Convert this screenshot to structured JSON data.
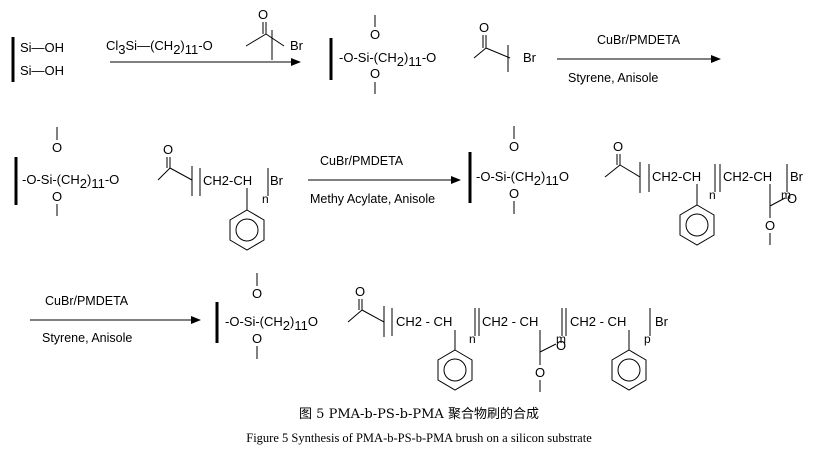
{
  "step1": {
    "silanol_1": "Si—OH",
    "silanol_2": "Si—OH",
    "reagent_prefix": "Cl",
    "reagent_sub3": "3",
    "reagent_mid": "Si—(CH",
    "reagent_sub2": "2",
    "reagent_close": ")",
    "reagent_sub11": "11",
    "reagent_tail": "-O",
    "carbonyl_o": "O",
    "bromine": "Br"
  },
  "silane_unit": {
    "oxygen_top": "O",
    "oxygen_bottom": "O",
    "linker_prefix": "-O-Si-(CH",
    "linker_sub2": "2",
    "linker_close": ")",
    "linker_sub11": "11",
    "linker_tail": "-O",
    "linker_tail_compact": "O",
    "carbonyl_o": "O",
    "bromine": "Br"
  },
  "polymer": {
    "ch2_ch": "CH2-CH",
    "ch2_dash_ch": "CH2 - CH",
    "subscript_n": "n",
    "subscript_m": "m",
    "subscript_p": "p",
    "bromine": "Br",
    "carbonyl_o": "O"
  },
  "conditions": {
    "catalyst": "CuBr/PMDETA",
    "styrene_solvent": "Styrene, Anisole",
    "acrylate_solvent": "Methy Acylate, Anisole"
  },
  "caption": {
    "zh": "图 5   PMA-b-PS-b-PMA 聚合物刷的合成",
    "en": "Figure 5   Synthesis of PMA-b-PS-b-PMA brush on a silicon substrate"
  }
}
